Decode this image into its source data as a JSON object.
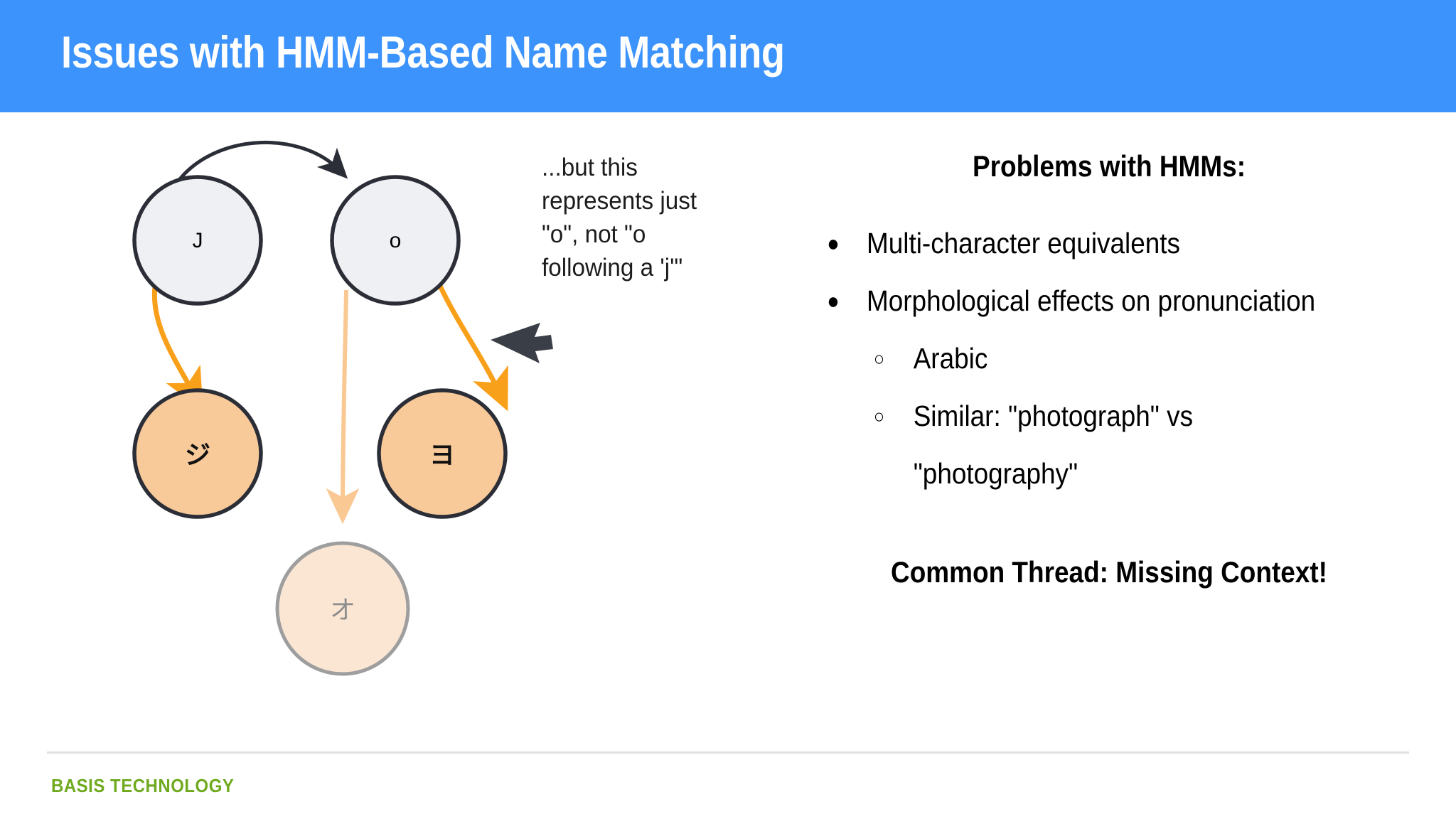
{
  "slide": {
    "title": "Issues with HMM-Based Name Matching",
    "header_color": "#3b93fb",
    "background_color": "#ffffff"
  },
  "diagram": {
    "name": "hmm-state-diagram",
    "nodes": [
      {
        "id": "j",
        "label": "J",
        "kind": "state",
        "fill": "#eff0f4",
        "stroke": "#2b2e36",
        "text_color": "#000000"
      },
      {
        "id": "o",
        "label": "o",
        "kind": "state",
        "fill": "#eff0f4",
        "stroke": "#2b2e36",
        "text_color": "#000000"
      },
      {
        "id": "ji",
        "label": "ジ",
        "kind": "emission",
        "fill": "#f8c999",
        "stroke": "#2b2e36",
        "text_color": "#111111"
      },
      {
        "id": "yo",
        "label": "ヨ",
        "kind": "emission",
        "fill": "#f8c999",
        "stroke": "#2b2e36",
        "text_color": "#111111"
      },
      {
        "id": "oo",
        "label": "オ",
        "kind": "emission-faded",
        "fill": "#fbe6d4",
        "stroke": "#9e9e9e",
        "text_color": "#8d8d8d"
      }
    ],
    "edges": [
      {
        "from": "j",
        "to": "o",
        "kind": "transition",
        "color": "#2b2e36"
      },
      {
        "from": "j",
        "to": "ji",
        "kind": "emission",
        "color": "#f9a01b"
      },
      {
        "from": "o",
        "to": "yo",
        "kind": "emission",
        "color": "#f9a01b"
      },
      {
        "from": "o",
        "to": "oo",
        "kind": "emission-faded",
        "color": "#f9c893"
      }
    ],
    "callout": {
      "arrow": "left-pointing-triangle",
      "text": "...but this represents just \"o\", not \"o following a 'j'\""
    }
  },
  "right_column": {
    "heading": "Problems with HMMs:",
    "bullet_marker": "●",
    "sub_bullet_marker": "○",
    "bullets": [
      {
        "text": "Multi-character equivalents",
        "sub": []
      },
      {
        "text": "Morphological effects on pronunciation",
        "sub": [
          "Arabic",
          "Similar: \"photograph\" vs \"photography\""
        ]
      }
    ],
    "conclusion": "Common Thread: Missing Context!"
  },
  "footer": {
    "brand": "BASIS TECHNOLOGY",
    "brand_color": "#6faa1e"
  }
}
